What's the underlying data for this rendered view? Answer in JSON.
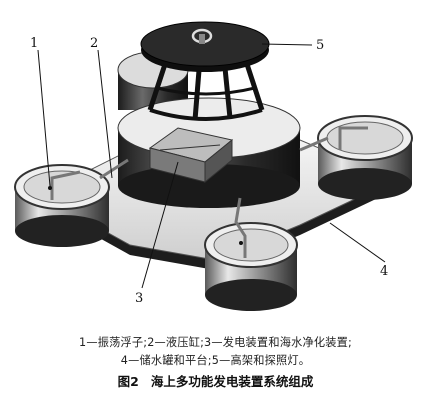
{
  "figure": {
    "callouts": [
      "1",
      "2",
      "3",
      "4",
      "5"
    ]
  },
  "caption": {
    "legend_line_1": "1—振荡浮子;2—液压缸;3—发电装置和海水净化装置;",
    "legend_line_2": "4—储水罐和平台;5—高架和探照灯。",
    "figure_label": "图2",
    "figure_title": "海上多功能发电装置系统组成"
  }
}
